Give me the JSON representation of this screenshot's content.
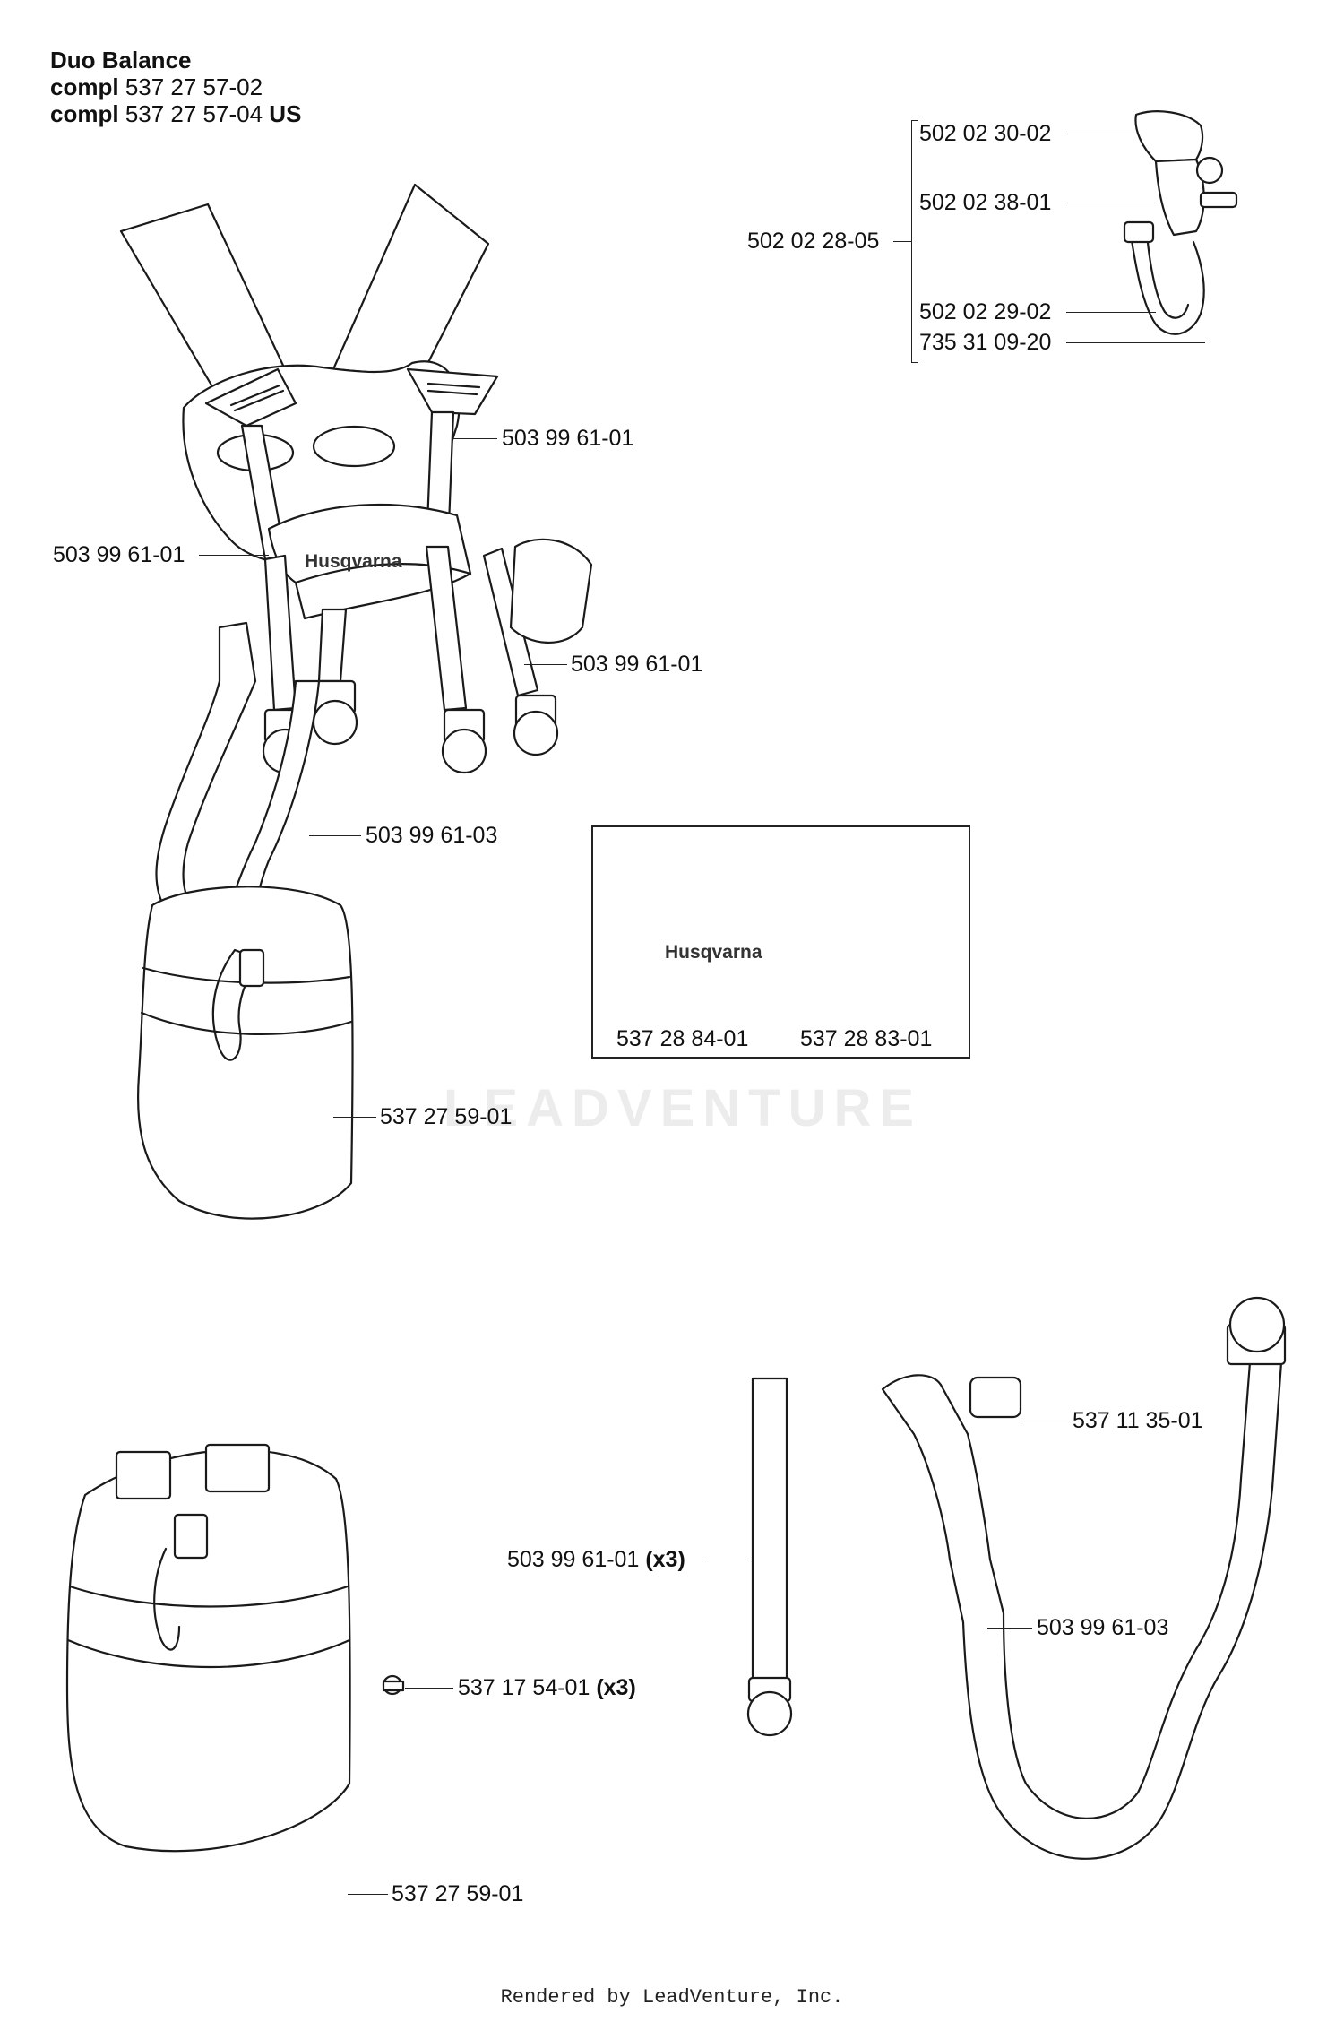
{
  "title": {
    "line1": "Duo Balance",
    "compl_word": "compl",
    "part_a": "537 27 57-02",
    "part_b": "537 27 57-04",
    "region": "US"
  },
  "callouts": {
    "clip_assembly": "502 02 28-05",
    "clip_cover": "502 02 30-02",
    "clip_pin": "502 02 38-01",
    "clip_hook": "502 02 29-02",
    "clip_spring": "735 31 09-20",
    "strap_upper_right": "503 99 61-01",
    "strap_left": "503 99 61-01",
    "strap_lower_right": "503 99 61-01",
    "waist_belt": "503 99 61-03",
    "hip_pad_top": "537 27 59-01",
    "pad_left": "537 28 84-01",
    "pad_right": "537 28 83-01",
    "strap_buckle": "537 11 35-01",
    "strap_single": "503 99 61-01",
    "strap_single_qty": "(x3)",
    "screw": "537 17 54-01",
    "screw_qty": "(x3)",
    "belt_single": "503 99 61-03",
    "hip_pad_bottom": "537 27 59-01"
  },
  "brand_text": "Husqvarna",
  "watermark": "LEADVENTURE",
  "footer": "Rendered by LeadVenture, Inc."
}
